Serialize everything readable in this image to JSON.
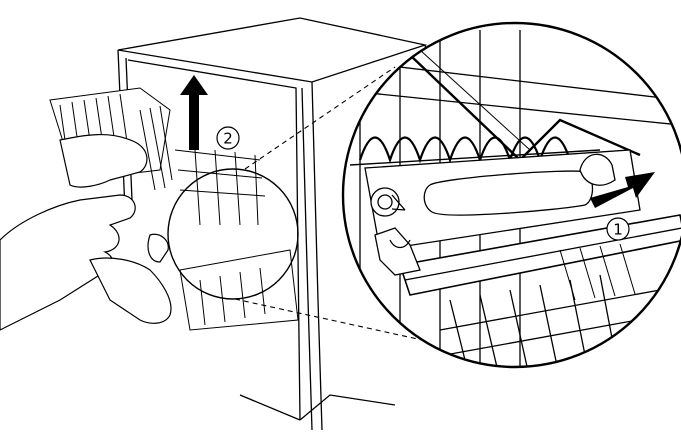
{
  "figure": {
    "steps": [
      {
        "number": "2",
        "action": "lift-upper-rack"
      },
      {
        "number": "1",
        "action": "pull-rail-stopper-outward"
      }
    ],
    "colors": {
      "line": "#000000",
      "arrow": "#000000",
      "background": "#ffffff"
    },
    "icons": [
      "arrow-up-icon",
      "arrow-right-icon",
      "magnifier-circle-icon"
    ]
  }
}
